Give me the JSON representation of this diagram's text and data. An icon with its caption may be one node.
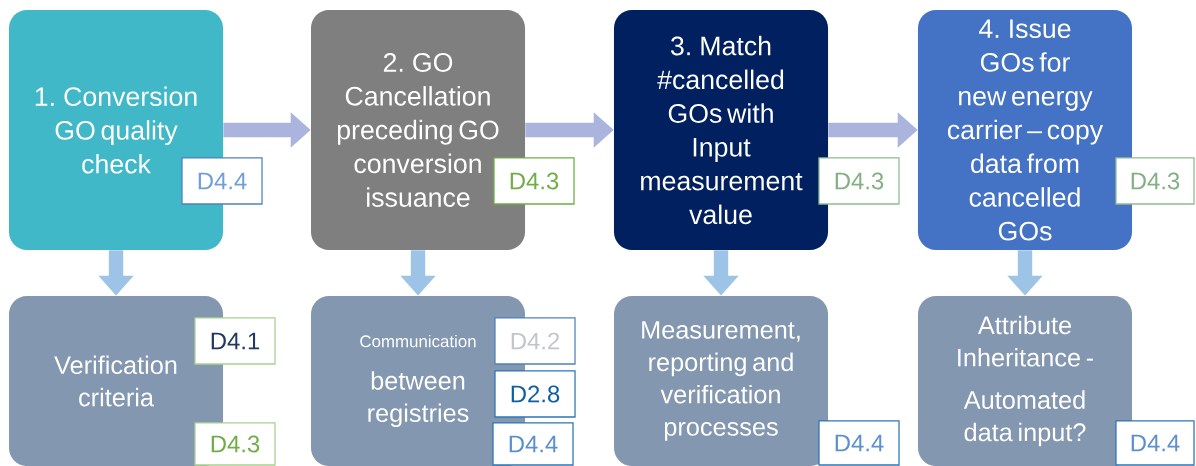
{
  "diagram": {
    "nodes": [
      {
        "text": [
          "1. Conversion GO quality check"
        ]
      },
      {
        "text": [
          "2. GO Cancellation preceding GO conversion issuance"
        ]
      },
      {
        "text": [
          "3. Match #cancelled GOs with Input measurement value"
        ]
      },
      {
        "text": [
          "4. Issue GOs for new energy carrier – copy data from cancelled GOs"
        ]
      },
      {
        "text": [
          "Verification criteria"
        ]
      },
      {
        "text": [
          "Communication",
          "between registries"
        ]
      },
      {
        "text": [
          "Measurement, reporting and verification processes"
        ]
      },
      {
        "text": [
          "Attribute Inheritance -",
          "Automated data input?"
        ]
      },
      {
        "text": [
          "D4.4"
        ]
      },
      {
        "text": [
          "D4.3"
        ]
      },
      {
        "text": [
          "D4.3"
        ]
      },
      {
        "text": [
          "D4.3"
        ]
      },
      {
        "text": [
          "D4.1"
        ]
      },
      {
        "text": [
          "D4.3"
        ]
      },
      {
        "text": [
          "D4.2"
        ]
      },
      {
        "text": [
          "D2.8"
        ]
      },
      {
        "text": [
          "D4.4"
        ]
      },
      {
        "text": [
          "D4.4"
        ]
      },
      {
        "text": [
          "D4.4"
        ]
      }
    ],
    "edges": [
      {
        "from": 0,
        "to": 1,
        "arrow": "to",
        "color": "#aab4dc"
      },
      {
        "from": 1,
        "to": 2,
        "arrow": "to",
        "color": "#aab4dc"
      },
      {
        "from": 2,
        "to": 3,
        "arrow": "to",
        "color": "#aab4dc"
      },
      {
        "from": 0,
        "to": 4,
        "arrow": "to"
      },
      {
        "from": 1,
        "to": 5,
        "arrow": "to"
      },
      {
        "from": 2,
        "to": 6,
        "arrow": "to"
      },
      {
        "from": 3,
        "to": 7,
        "arrow": "to"
      }
    ]
  }
}
